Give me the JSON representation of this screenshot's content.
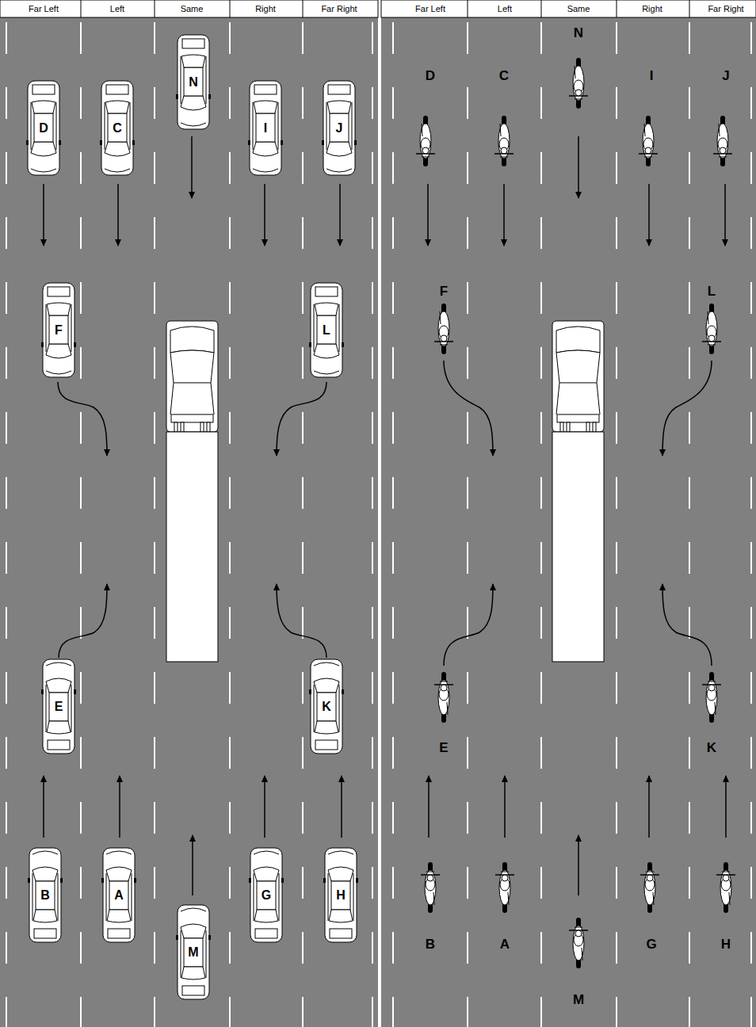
{
  "diagram": {
    "nodes": [
      {
        "text": [
          "N"
        ]
      },
      {
        "text": [
          "D"
        ]
      },
      {
        "text": [
          "C"
        ]
      },
      {
        "text": [
          "I"
        ]
      },
      {
        "text": [
          "J"
        ]
      },
      {
        "text": [
          "F"
        ]
      },
      {
        "text": [
          "L"
        ]
      },
      {
        "text": [
          "E"
        ]
      },
      {
        "text": [
          "K"
        ]
      },
      {
        "text": [
          "B"
        ]
      },
      {
        "text": [
          "A"
        ]
      },
      {
        "text": [
          "G"
        ]
      },
      {
        "text": [
          "H"
        ]
      },
      {
        "text": [
          "M"
        ]
      }
    ],
    "labels": [
      "Far Left",
      "Left",
      "Same",
      "Right",
      "Far Right",
      "Far Left",
      "Left",
      "Same",
      "Right",
      "Far Right",
      "N",
      "D",
      "C",
      "I",
      "J",
      "F",
      "L",
      "E",
      "K",
      "B",
      "A",
      "G",
      "H",
      "M"
    ]
  }
}
